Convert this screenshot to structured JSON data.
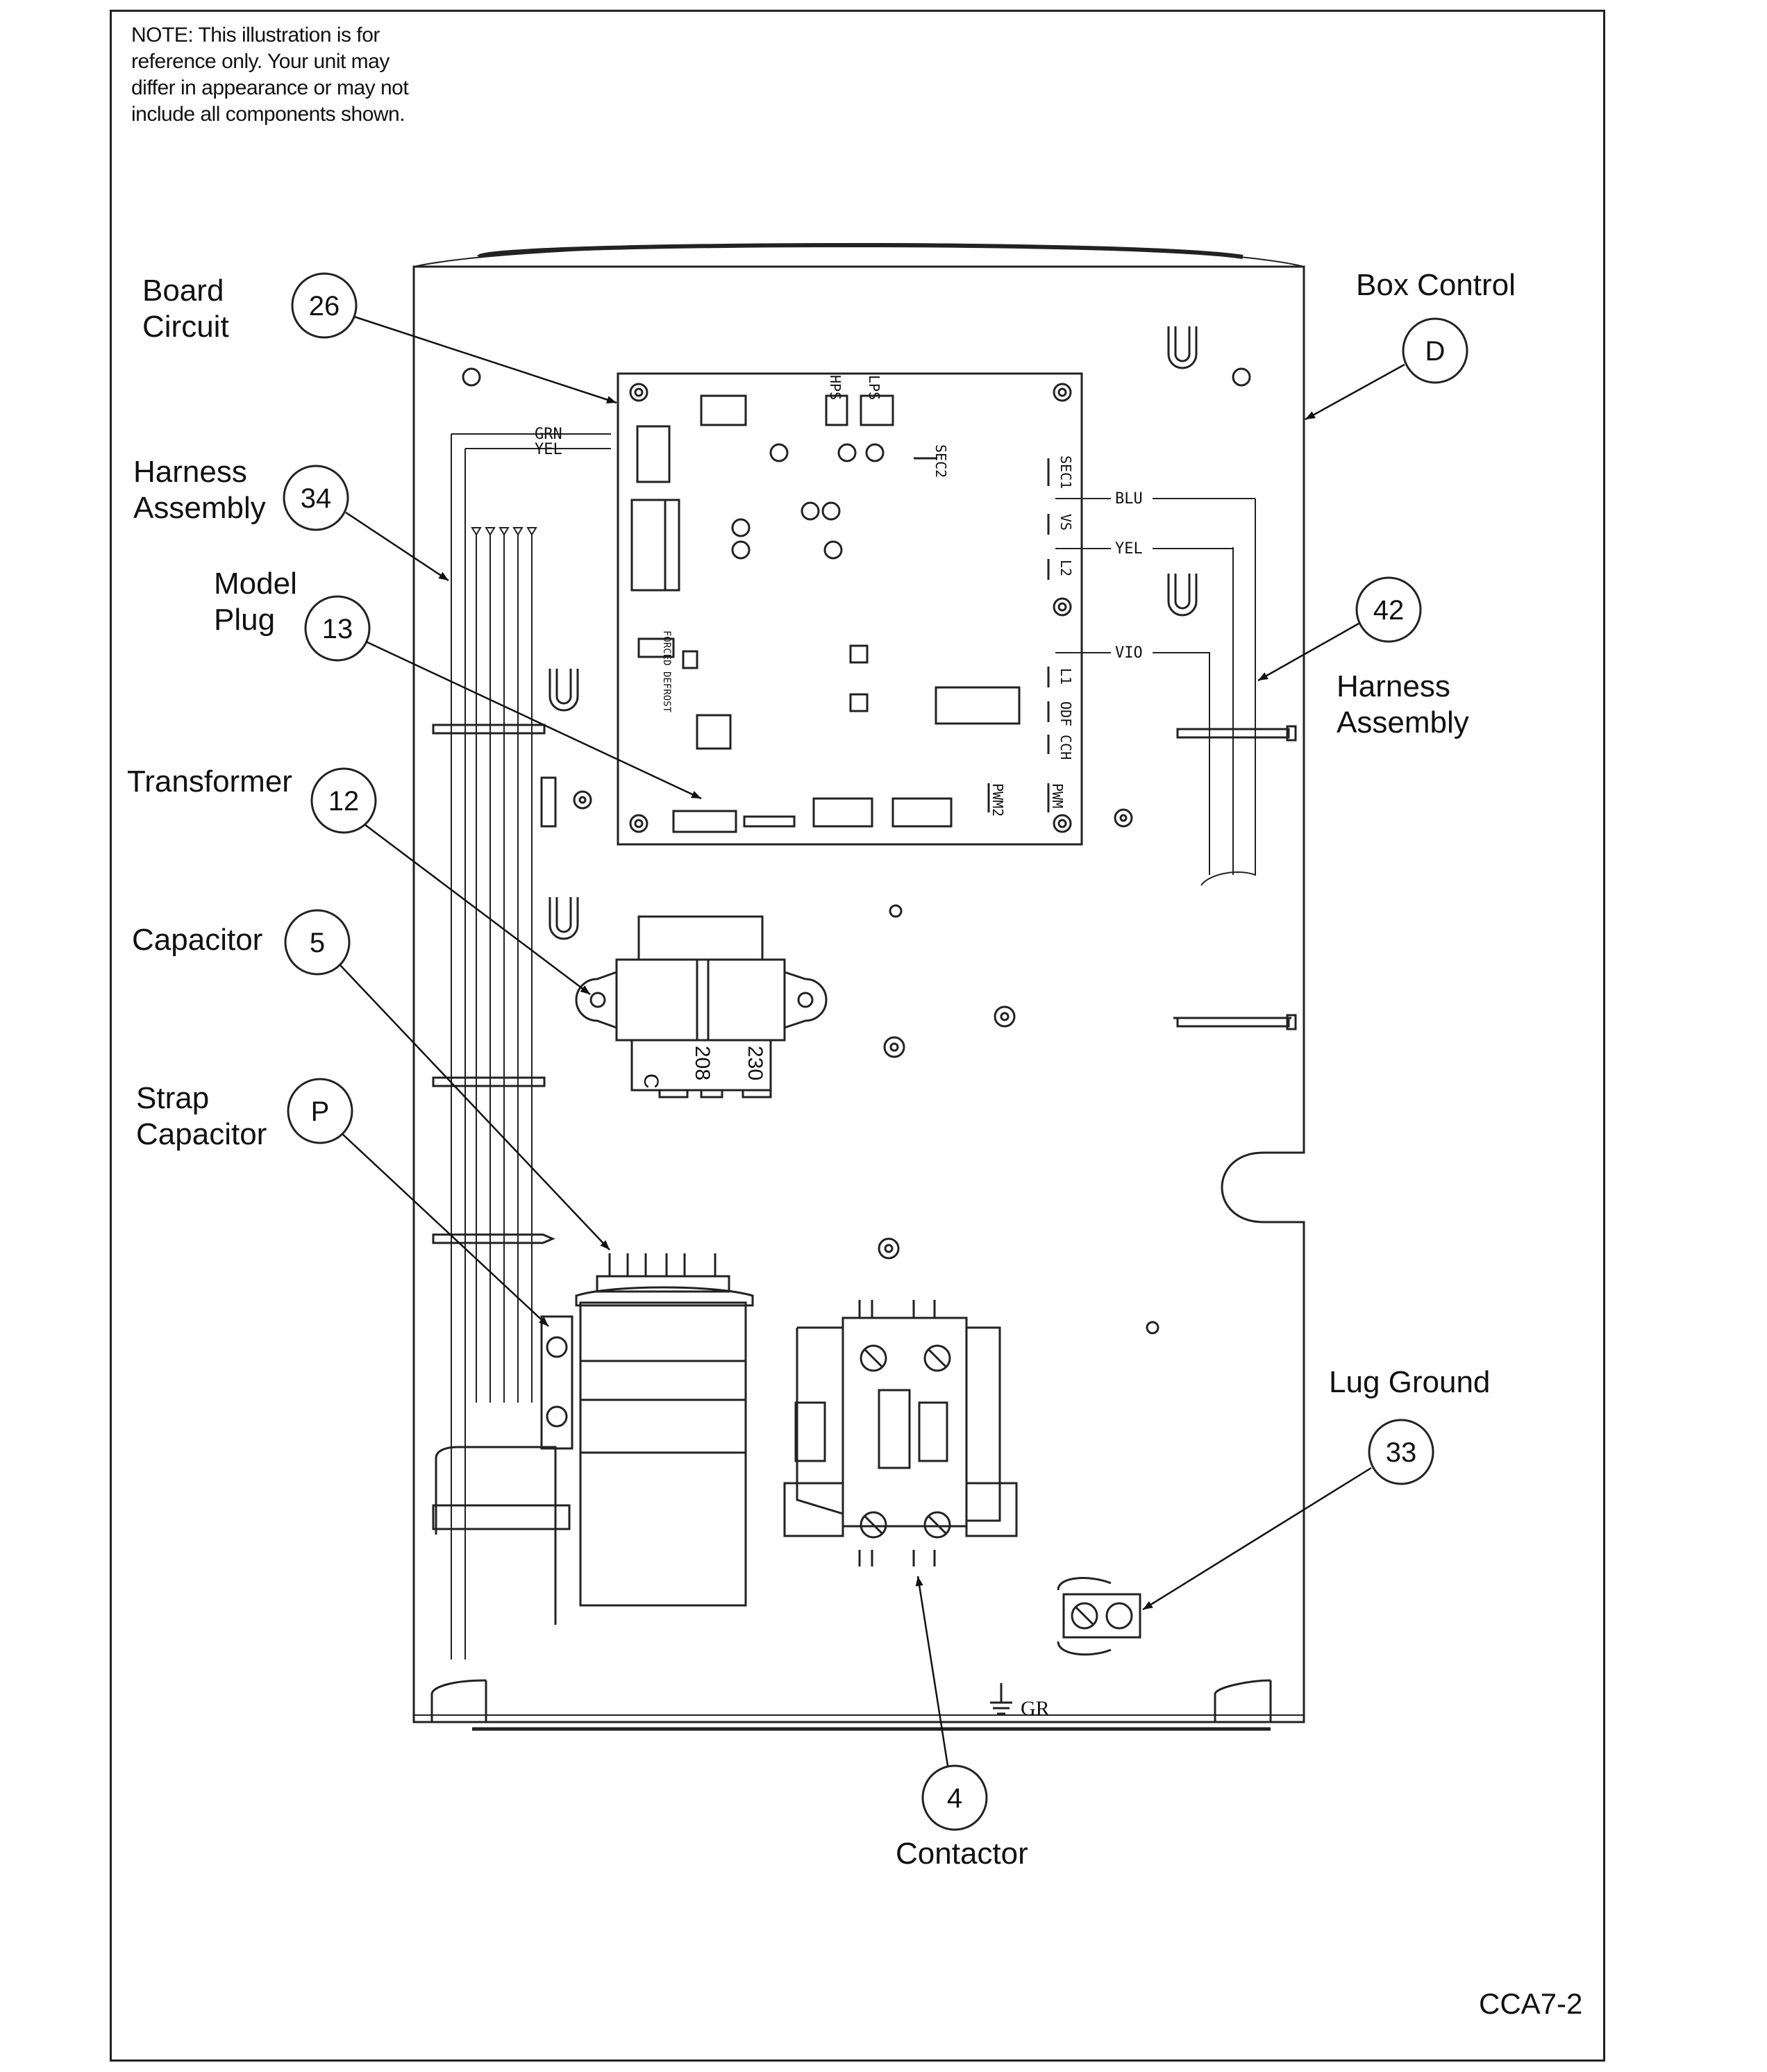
{
  "note": [
    "NOTE: This illustration is for",
    "reference only. Your unit may",
    "differ in appearance or may not",
    "include all components shown."
  ],
  "callouts": {
    "board_circuit": {
      "number": "26",
      "label": [
        "Board",
        "Circuit"
      ]
    },
    "box_control": {
      "number": "D",
      "label": [
        "Box Control"
      ]
    },
    "harness_assembly_left": {
      "number": "34",
      "label": [
        "Harness",
        "Assembly"
      ]
    },
    "model_plug": {
      "number": "13",
      "label": [
        "Model",
        "Plug"
      ]
    },
    "harness_assembly_right": {
      "number": "42",
      "label": [
        "Harness",
        "Assembly"
      ]
    },
    "transformer": {
      "number": "12",
      "label": [
        "Transformer"
      ]
    },
    "capacitor": {
      "number": "5",
      "label": [
        "Capacitor"
      ]
    },
    "strap_capacitor": {
      "number": "P",
      "label": [
        "Strap",
        "Capacitor"
      ]
    },
    "lug_ground": {
      "number": "33",
      "label": [
        "Lug Ground"
      ]
    },
    "contactor": {
      "number": "4",
      "label": [
        "Contactor"
      ]
    }
  },
  "wires": {
    "grn": "GRN",
    "yel_left": "YEL",
    "blu": "BLU",
    "yel_right": "YEL",
    "vio": "VIO"
  },
  "board_labels": {
    "sec2": "SEC2",
    "sec1": "SEC1",
    "vs": "VS",
    "l2": "L2",
    "l1": "L1",
    "ocf": "ODF",
    "cch": "CCH",
    "pwm2": "PWM2",
    "pwm": "PWM",
    "hps": "HPS",
    "lps": "LPS",
    "forced_defrost": "FORCED DEFROST"
  },
  "transformer_terminals": [
    "C",
    "208",
    "230"
  ],
  "ground_label": "GR",
  "figure_id": "CCA7-2"
}
